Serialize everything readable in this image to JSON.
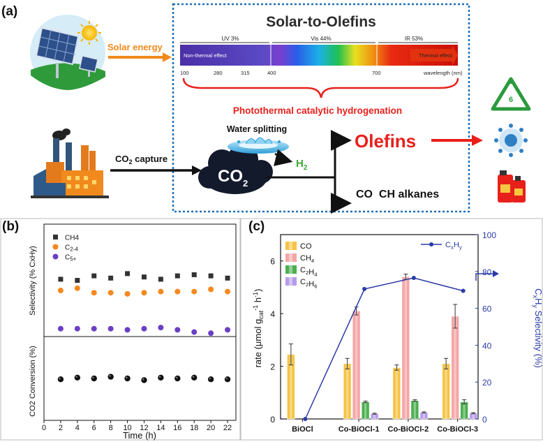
{
  "panel_a": {
    "label": "(a)",
    "title": "Solar-to-Olefins",
    "solar_energy": "Solar energy",
    "spectrum": {
      "bands": [
        {
          "name": "UV",
          "pct": "3%"
        },
        {
          "name": "Vis",
          "pct": "44%"
        },
        {
          "name": "IR",
          "pct": "53%"
        }
      ],
      "nonthermal": "Non-thermal effect",
      "thermal": "Thermal effect",
      "ticks": [
        "100",
        "280",
        "315",
        "400",
        "700"
      ],
      "wavelength_label": "wavelength (nm)"
    },
    "photothermal": "Photothermal catalytic hydrogenation",
    "water_splitting": "Water splitting",
    "co2_capture": "CO2 capture",
    "h2": "H2",
    "co2": "CO2",
    "olefins": "Olefins",
    "byproducts": "CO  CH alkanes",
    "recycle_number": "6",
    "colors": {
      "accent_red": "#e8201c",
      "frame_blue": "#1f6fb5",
      "orange": "#f08a1c",
      "green": "#3aa935"
    }
  },
  "chart_data": [
    {
      "type": "scatter",
      "panel": "(b)",
      "x_ticks": [
        "0",
        "2",
        "4",
        "6",
        "8",
        "10",
        "12",
        "14",
        "16",
        "18",
        "20",
        "22"
      ],
      "xlabel": "Time (h)",
      "top": {
        "ylabel": "Selectivity (% CxHy)",
        "legend": [
          "CH4",
          "C2-4",
          "C5+"
        ],
        "series": [
          {
            "name": "CH4",
            "color": "#333333",
            "marker": "square",
            "x": [
              2,
              4,
              6,
              8,
              10,
              12,
              14,
              16,
              18,
              20,
              22
            ],
            "y": [
              51,
              50,
              54,
              52,
              56,
              53,
              51,
              54,
              55,
              54,
              52
            ]
          },
          {
            "name": "C2-4",
            "color": "#f5891f",
            "marker": "circle",
            "x": [
              2,
              4,
              6,
              8,
              10,
              12,
              14,
              16,
              18,
              20,
              22
            ],
            "y": [
              41,
              43,
              39,
              39,
              38,
              39,
              40,
              40,
              40,
              42,
              40
            ]
          },
          {
            "name": "C5+",
            "color": "#6a3fc4",
            "marker": "circle",
            "x": [
              2,
              4,
              6,
              8,
              10,
              12,
              14,
              16,
              18,
              20,
              22
            ],
            "y": [
              7,
              7,
              7,
              7,
              6,
              7,
              8,
              6,
              4,
              3,
              6
            ]
          }
        ]
      },
      "bottom": {
        "ylabel": "CO2 Conversion (%)",
        "series": [
          {
            "name": "CO2 conversion",
            "color": "#111111",
            "marker": "circle",
            "x": [
              2,
              4,
              6,
              8,
              10,
              12,
              14,
              16,
              18,
              20,
              22
            ],
            "y": [
              49,
              51,
              50,
              52,
              50,
              48,
              51,
              50,
              51,
              49,
              49
            ]
          }
        ]
      }
    },
    {
      "type": "bar",
      "panel": "(c)",
      "categories": [
        "BiOCl",
        "Co-BiOCl-1",
        "Co-BiOCl-2",
        "Co-BiOCl-3"
      ],
      "ylabel": "rate (μmol gcat-1 h-1)",
      "ylim": [
        0,
        7
      ],
      "yticks": [
        "0",
        "2",
        "4",
        "6"
      ],
      "series": [
        {
          "name": "CO",
          "color": "#f5c445",
          "values": [
            2.45,
            2.1,
            1.95,
            2.1
          ],
          "errors": [
            0.4,
            0.2,
            0.1,
            0.2
          ]
        },
        {
          "name": "CH4",
          "color": "#f4a6a6",
          "values": [
            0,
            4.1,
            5.4,
            3.9
          ],
          "errors": [
            0,
            0.15,
            0.1,
            0.45
          ]
        },
        {
          "name": "C2H4",
          "color": "#4caf50",
          "values": [
            0,
            0.65,
            0.7,
            0.65
          ],
          "errors": [
            0,
            0.03,
            0.03,
            0.08
          ]
        },
        {
          "name": "C2H6",
          "color": "#b79ce8",
          "values": [
            0,
            0.2,
            0.25,
            0.22
          ],
          "errors": [
            0,
            0.02,
            0.02,
            0.02
          ]
        }
      ],
      "right_axis": {
        "ylabel": "CxHy Selectivity (%)",
        "ylim": [
          0,
          100
        ],
        "yticks": [
          "0",
          "20",
          "40",
          "60",
          "80",
          "100"
        ],
        "series": {
          "name": "CxHy",
          "color": "#2b3aa8",
          "values": [
            0,
            70.5,
            76.5,
            69.5
          ]
        }
      }
    }
  ]
}
